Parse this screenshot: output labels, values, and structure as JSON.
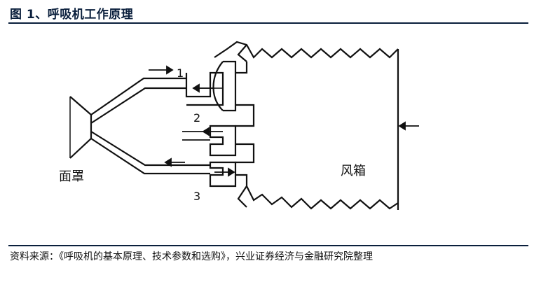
{
  "figure": {
    "title": "图 1、呼吸机工作原理"
  },
  "diagram": {
    "labels": {
      "mask": "面罩",
      "bellows": "风箱",
      "valve1": "1",
      "valve2": "2",
      "valve3": "3"
    },
    "colors": {
      "stroke": "#111111",
      "rule": "#0a1f3c"
    }
  },
  "source_note": "资料来源：《呼吸机的基本原理、技术参数和选购》，兴业证券经济与金融研究院整理"
}
